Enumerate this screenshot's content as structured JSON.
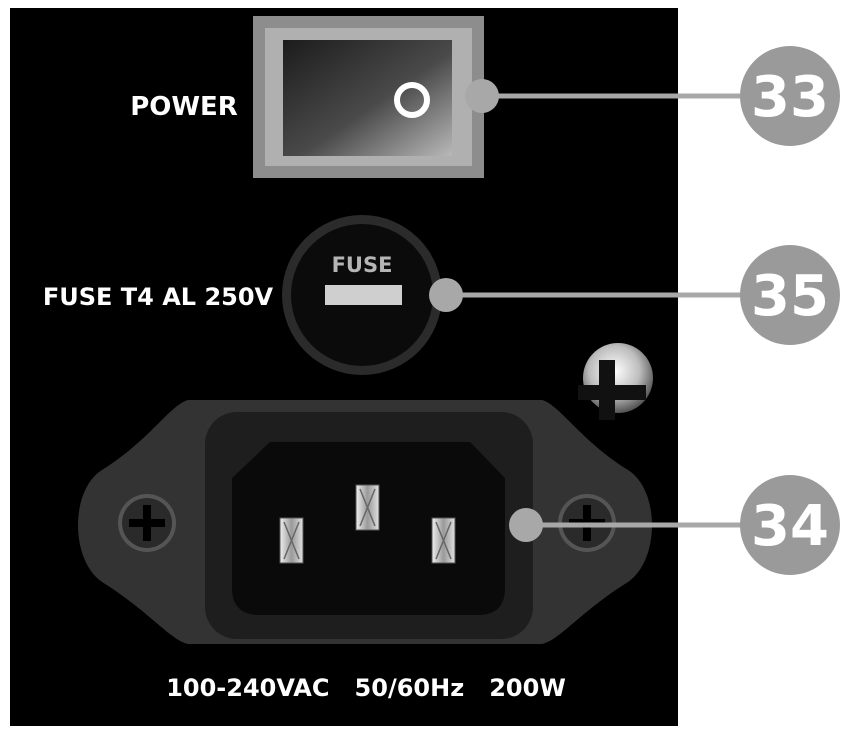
{
  "labels": {
    "power": "POWER",
    "fuse_rating": "FUSE T4 AL 250V",
    "fuse_cap": "FUSE",
    "mains_spec": "100-240VAC   50/60Hz   200W"
  },
  "callouts": {
    "power_switch": "33",
    "fuse_holder": "35",
    "mains_inlet": "34"
  },
  "colors": {
    "panel": "#000000",
    "callout_circle": "#9a9a9a",
    "leader_line": "#a8a8a8",
    "switch_bezel": "#8d8d8d"
  },
  "icons": {
    "switch_symbol": "power-off-circle-icon",
    "ground_symbol": "ground-plus-icon",
    "screw": "phillips-screw-icon"
  }
}
